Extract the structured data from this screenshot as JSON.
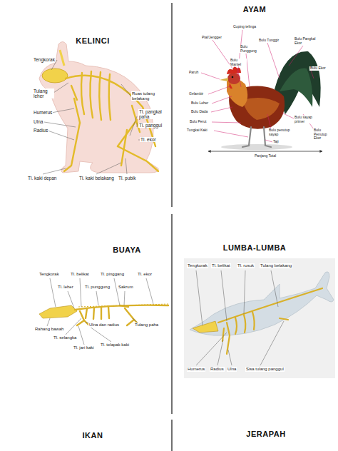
{
  "diagram": {
    "labels": [
      "KELINCI",
      "Tengkorak",
      "Tulang leher",
      "Humerus",
      "Ulna",
      "Radius",
      "Tl. kaki depan",
      "Tl. kaki belakang",
      "Tl. pubik",
      "Tl. ekor",
      "Tl. panggul",
      "Tl. pangkal paha",
      "Ruas tulang belakang",
      "AYAM",
      "Cuping telinga",
      "Bulu Pangkal Ekor",
      "Pial/Jengger",
      "Bulu Tunggir",
      "Bulu Punggung",
      "Paruh",
      "Bulu Mantel",
      "Bulu Ekor",
      "Gelambir",
      "Bulu Leher",
      "Bulu Dada",
      "Bulu Perut",
      "Tungkai Kaki",
      "Bulu sayap primer",
      "Bulu Penutup Ekor",
      "Bulu penutup sayap",
      "Taji",
      "Panjang Total",
      "BUAYA",
      "Tengkorak",
      "Tl. belikat",
      "Tl. pinggang",
      "Tl. ekor",
      "Tl. leher",
      "Tl. punggung",
      "Sakrum",
      "Rahang bawah",
      "Tl. selangka",
      "Ulna dan radius",
      "Tulang paha",
      "Tl. jari kaki",
      "Tl. telapak kaki",
      "LUMBA-LUMBA",
      "Tengkorak",
      "Tl. belikat",
      "Tl. rusuk",
      "Tulang belakang",
      "Humerus",
      "Radius",
      "Ulna",
      "Sisa tulang panggul",
      "IKAN",
      "JERAPAH"
    ]
  }
}
